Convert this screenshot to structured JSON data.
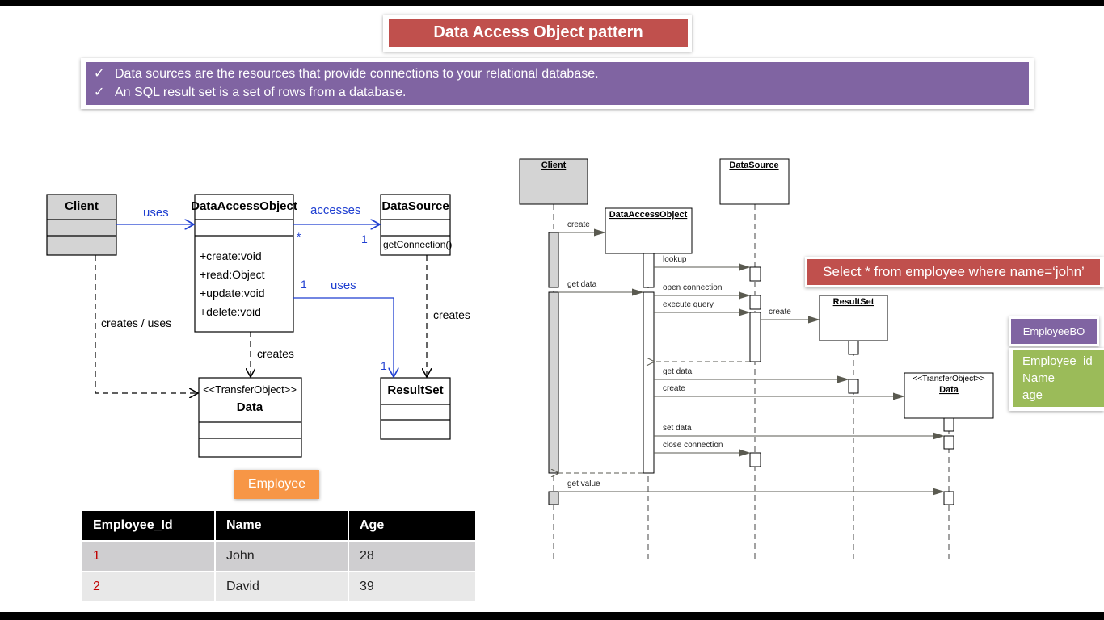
{
  "title": "Data Access Object  pattern",
  "bullets": [
    {
      "check": "✓",
      "text": "Data sources are the resources that provide connections to your relational database."
    },
    {
      "check": "✓",
      "text": "An SQL result set is a set of rows from a database."
    }
  ],
  "class_diagram": {
    "client": "Client",
    "dao": "DataAccessObject",
    "dao_methods": [
      "+create:void",
      "+read:Object",
      "+update:void",
      "+delete:void"
    ],
    "datasource": "DataSource",
    "datasource_method": "getConnection()",
    "transfer_stereotype": "<<TransferObject>>",
    "transfer_name": "Data",
    "resultset": "ResultSet",
    "labels": {
      "uses": "uses",
      "accesses": "accesses",
      "star": "*",
      "one_a": "1",
      "one_b": "1",
      "uses2": "uses",
      "one_c": "1",
      "creates_uses": "creates / uses",
      "creates_dao": "creates",
      "creates_ds": "creates"
    }
  },
  "sequence_diagram": {
    "client": "Client",
    "datasource": "DataSource",
    "dao": "DataAccessObject",
    "resultset": "ResultSet",
    "transfer_stereotype": "<<TransferObject>>",
    "transfer_name": "Data",
    "messages": {
      "create": "create",
      "lookup": "lookup",
      "get_data": "get data",
      "open_connection": "open connection",
      "execute_query": "execute query",
      "create_rs": "create",
      "get_data_rs": "get data",
      "create_data": "create",
      "set_data": "set data",
      "close_connection": "close connection",
      "get_value": "get value"
    }
  },
  "sql_callout": "Select * from employee where name=‘john’",
  "employee_bo": {
    "title": "EmployeeBO",
    "fields": [
      "Employee_id",
      "Name",
      "age"
    ]
  },
  "employee_label": "Employee",
  "table": {
    "headers": [
      "Employee_Id",
      "Name",
      "Age"
    ],
    "rows": [
      [
        "1",
        "John",
        "28"
      ],
      [
        "2",
        "David",
        "39"
      ]
    ]
  }
}
